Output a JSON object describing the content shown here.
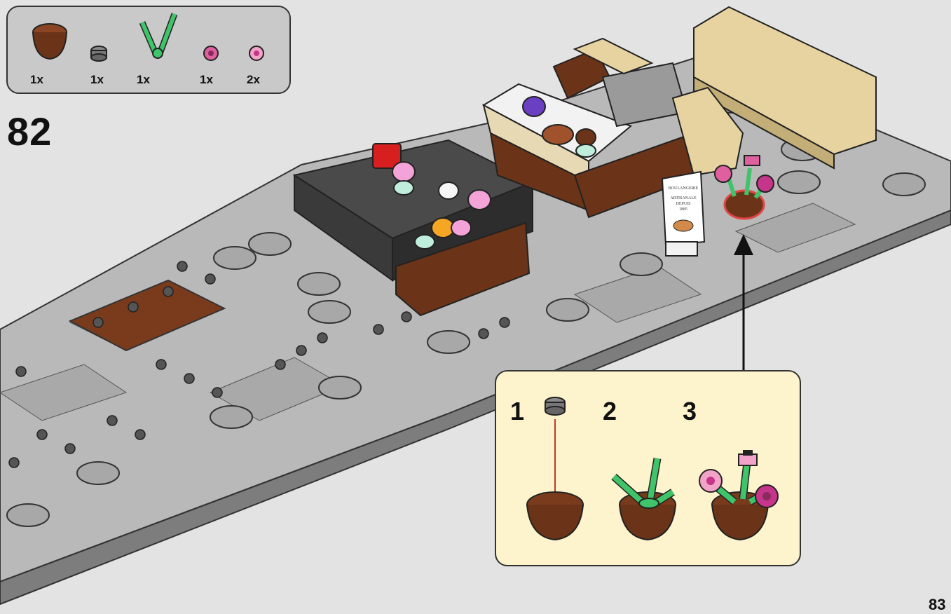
{
  "step": {
    "number": "82"
  },
  "page": {
    "number": "83"
  },
  "parts_list": [
    {
      "icon": "brown-bowl-icon",
      "qty": "1x",
      "color": "#7a3b1c"
    },
    {
      "icon": "gray-round-plate-icon",
      "qty": "1x",
      "color": "#8a8a8a"
    },
    {
      "icon": "green-plant-stem-icon",
      "qty": "1x",
      "color": "#3fc46a"
    },
    {
      "icon": "dark-pink-flower-icon",
      "qty": "1x",
      "color": "#e0609f"
    },
    {
      "icon": "pink-flower-icon",
      "qty": "2x",
      "color": "#f3a3c8"
    }
  ],
  "callout": {
    "substeps": [
      {
        "label": "1"
      },
      {
        "label": "2"
      },
      {
        "label": "3"
      }
    ]
  },
  "sign": {
    "lines": [
      "BOULANGERIE",
      "ARTISANALE",
      "DEPUIS",
      "1885"
    ]
  },
  "colors": {
    "background": "#e3e3e3",
    "parts_box": "#c9c9c9",
    "callout_bg": "#fdf3cc",
    "arrow": "#111111",
    "insert_arrow": "#c0392b"
  }
}
